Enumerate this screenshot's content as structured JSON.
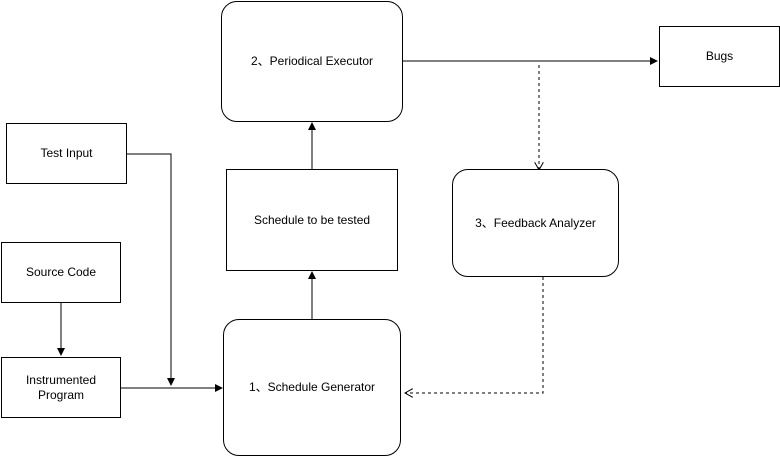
{
  "nodes": {
    "test_input": {
      "label": "Test Input"
    },
    "source_code": {
      "label": "Source Code"
    },
    "instrumented_program": {
      "label": "Instrumented\nProgram"
    },
    "schedule_generator": {
      "label": "1、Schedule Generator"
    },
    "schedule_to_test": {
      "label": "Schedule to be tested"
    },
    "periodical_executor": {
      "label": "2、Periodical Executor"
    },
    "bugs": {
      "label": "Bugs"
    },
    "feedback_analyzer": {
      "label": "3、Feedback Analyzer"
    }
  },
  "colors": {
    "stroke": "#000000",
    "fill": "#ffffff"
  }
}
